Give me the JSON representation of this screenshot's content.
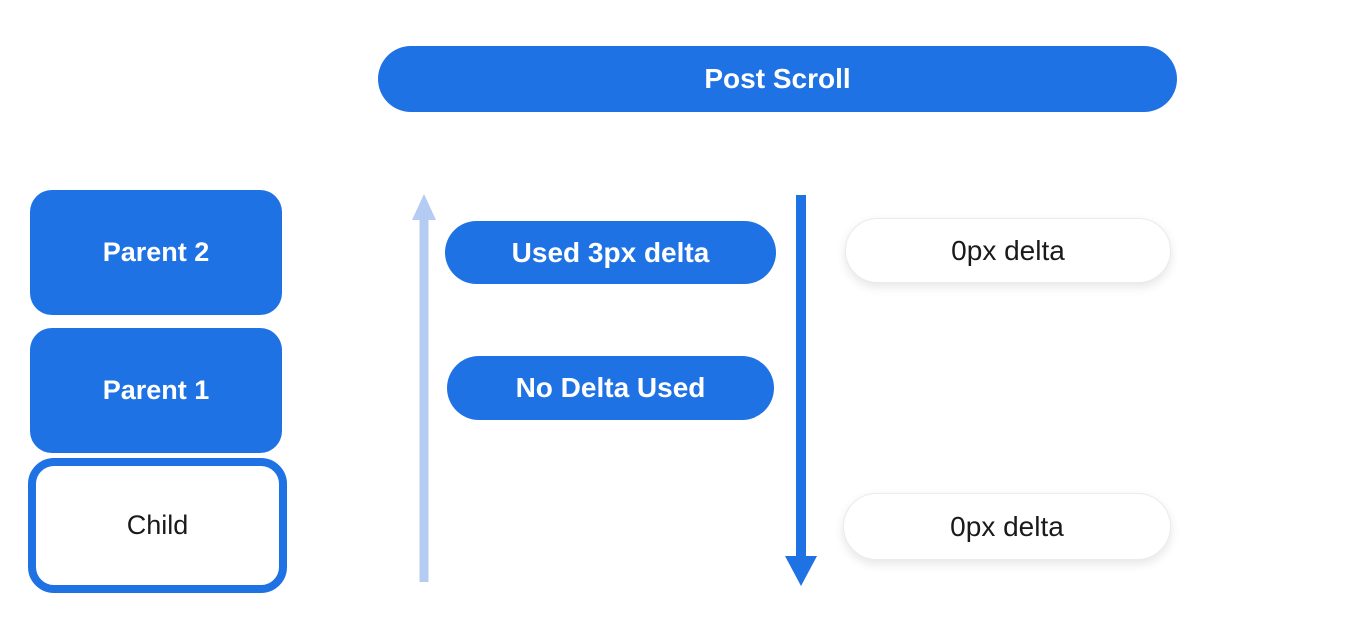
{
  "title": "Post Scroll",
  "colors": {
    "primary_blue": "#1e72e4",
    "light_blue": "#b4ccf2",
    "dark_text": "#1a1a1a"
  },
  "left_column": {
    "boxes": [
      {
        "label": "Parent 2",
        "style": "filled-blue"
      },
      {
        "label": "Parent 1",
        "style": "filled-blue"
      },
      {
        "label": "Child",
        "style": "outlined-blue"
      }
    ]
  },
  "middle_column": {
    "up_arrow_icon": "light-blue-arrow-up",
    "down_arrow_icon": "blue-arrow-down",
    "labels": [
      {
        "label": "Used 3px delta"
      },
      {
        "label": "No Delta Used"
      }
    ]
  },
  "right_column": {
    "labels": [
      {
        "label": "0px delta"
      },
      {
        "label": "0px delta"
      }
    ]
  }
}
